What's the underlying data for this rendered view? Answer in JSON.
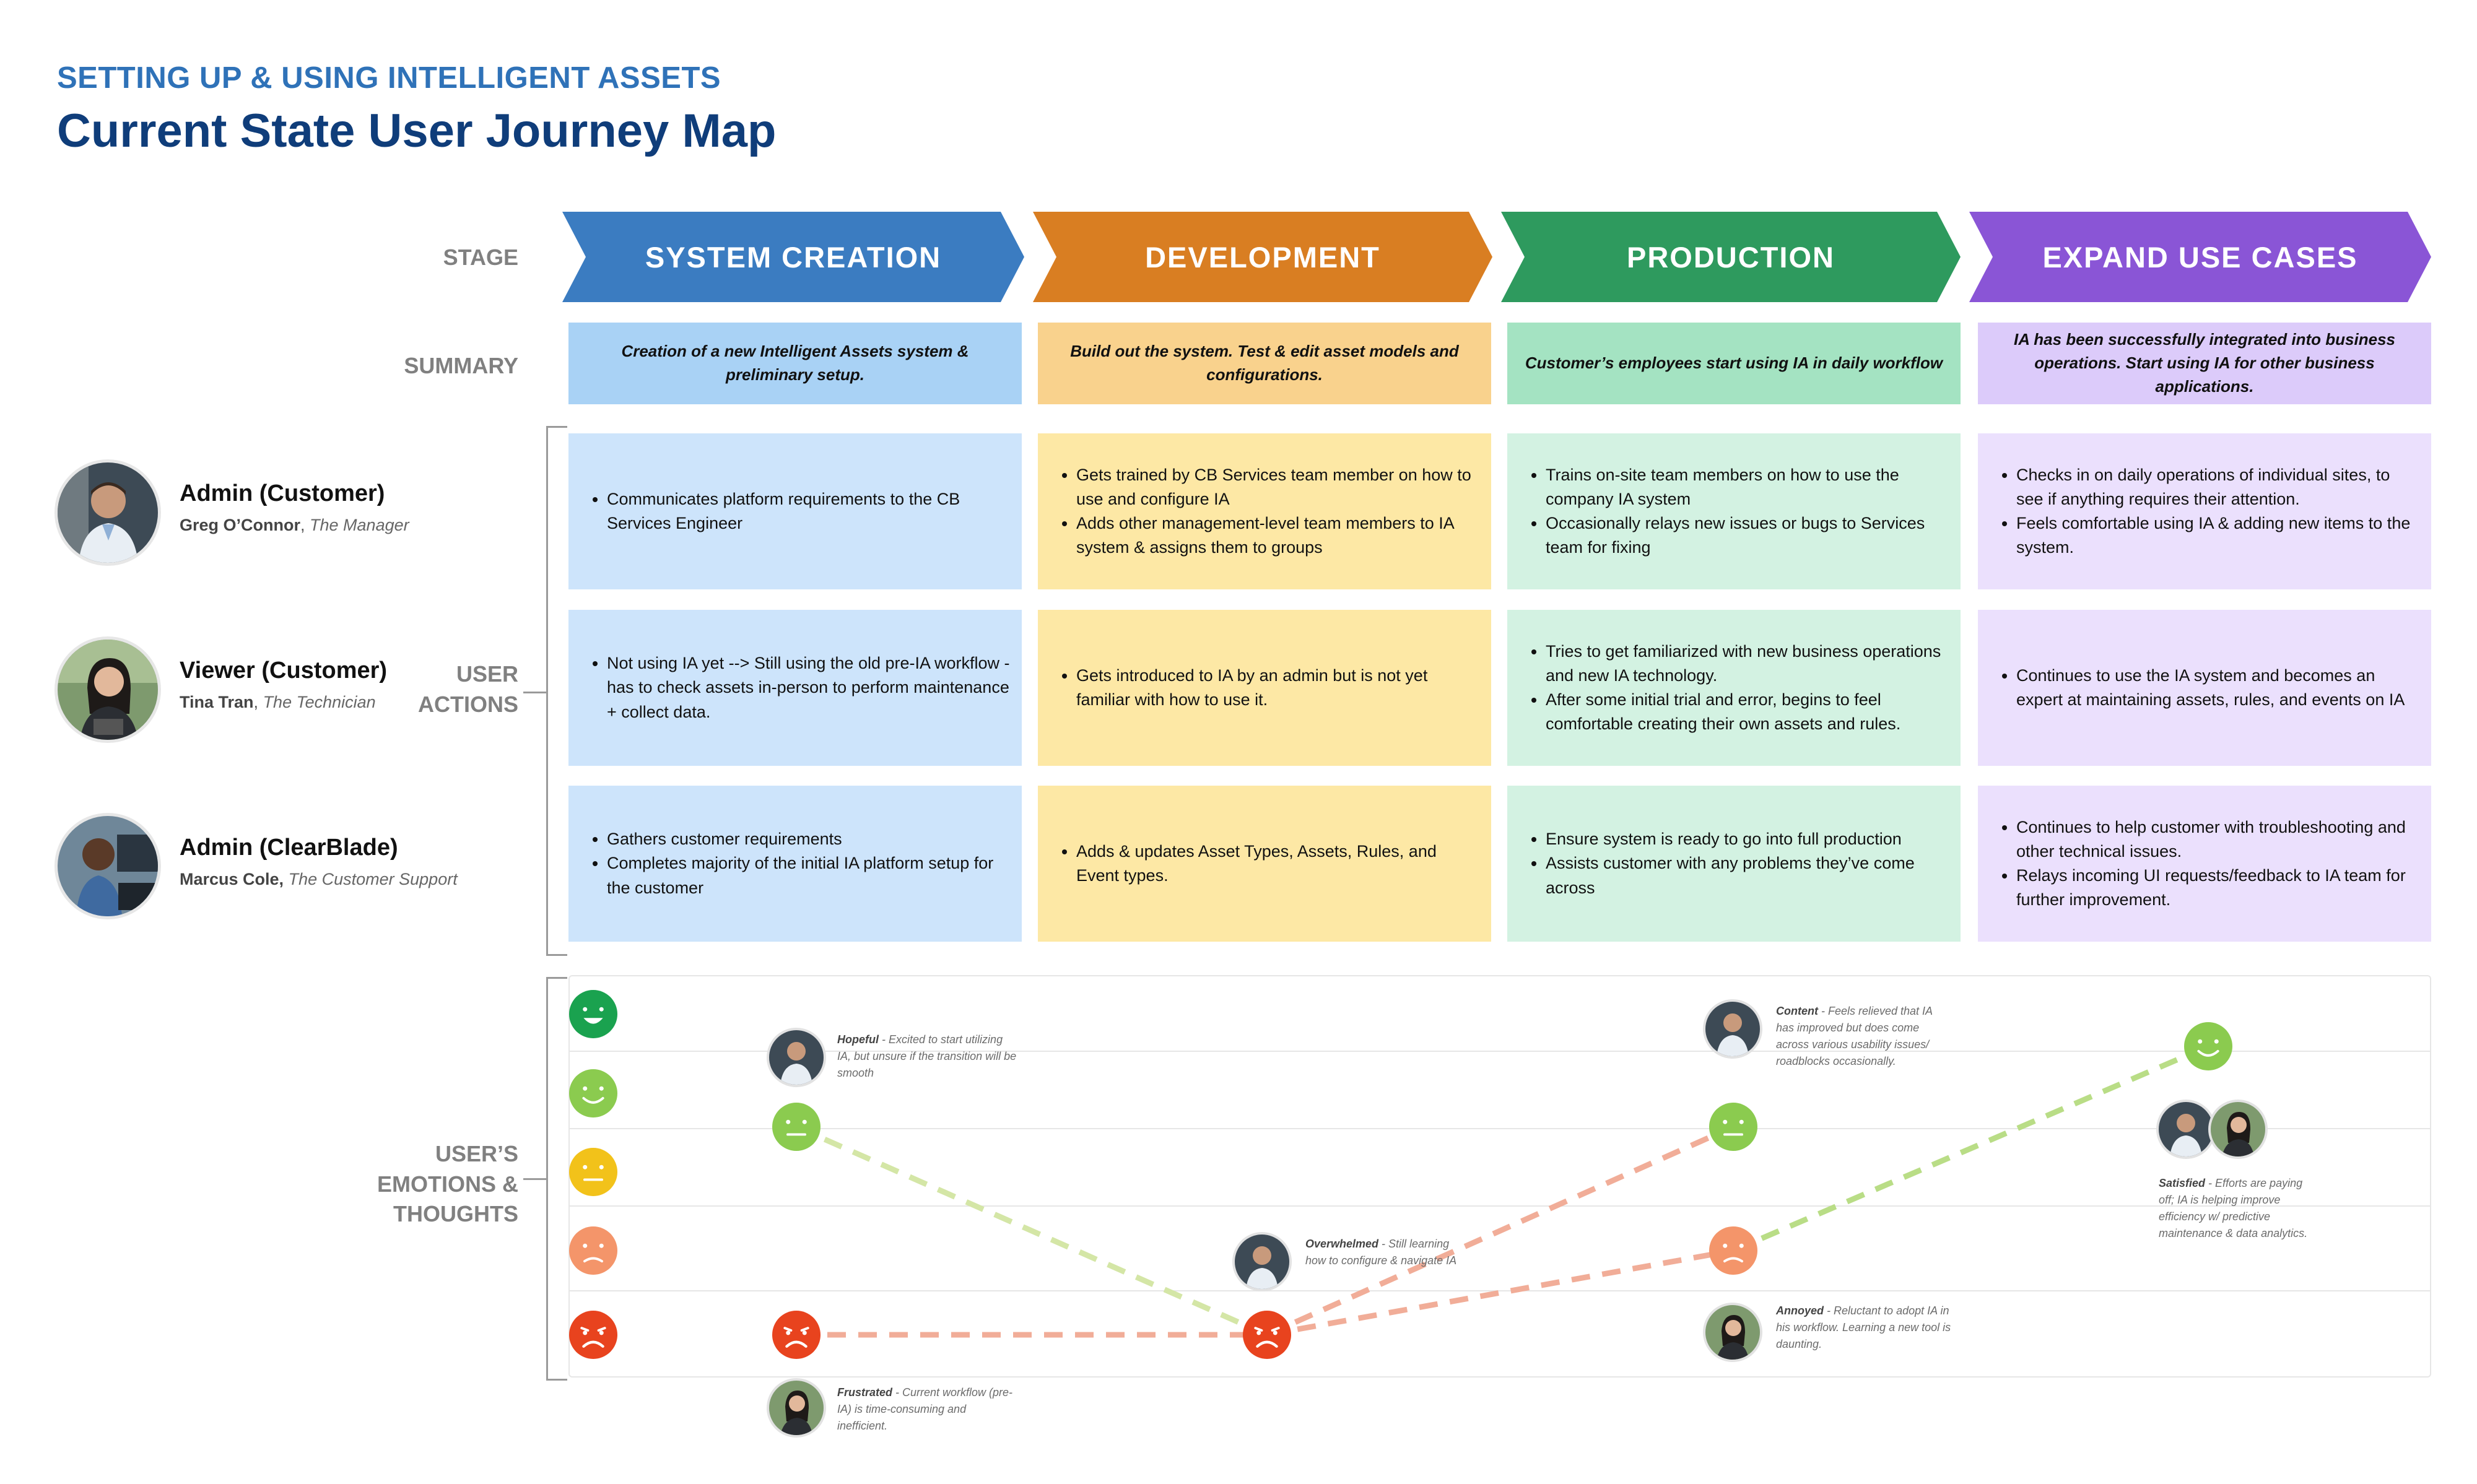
{
  "header": {
    "kicker": "SETTING UP & USING INTELLIGENT ASSETS",
    "title": "Current State User Journey Map"
  },
  "row_labels": {
    "stage": "STAGE",
    "summary": "SUMMARY",
    "user_actions_1": "USER",
    "user_actions_2": "ACTIONS",
    "emotions_1": "USER’S",
    "emotions_2": "EMOTIONS &",
    "emotions_3": "THOUGHTS"
  },
  "stages": [
    {
      "label": "SYSTEM CREATION",
      "color": "#3b7cc1",
      "summary_bg": "#a9d2f5",
      "summary": "Creation of a new Intelligent Assets system & preliminary setup.",
      "cell_bg": "#cde4fb"
    },
    {
      "label": "DEVELOPMENT",
      "color": "#d97e22",
      "summary_bg": "#f9d28d",
      "summary": "Build out the system. Test & edit asset models and configurations.",
      "cell_bg": "#fde8a5"
    },
    {
      "label": "PRODUCTION",
      "color": "#2e9a5e",
      "summary_bg": "#a4e3c2",
      "summary": "Customer’s employees start using IA in daily workflow",
      "cell_bg": "#d3f2e2"
    },
    {
      "label": "EXPAND USE CASES",
      "color": "#8a55d6",
      "summary_bg": "#dccbfa",
      "summary": "IA has been successfully integrated into business operations. Start using IA for other business applications.",
      "cell_bg": "#ebe0fd"
    }
  ],
  "personas": [
    {
      "role": "Admin (Customer)",
      "name": "Greg O’Connor",
      "title": "The Manager",
      "avatar": "person-avatar-greg"
    },
    {
      "role": "Viewer (Customer)",
      "name": "Tina Tran",
      "title": "The Technician",
      "avatar": "person-avatar-tina"
    },
    {
      "role": "Admin (ClearBlade)",
      "name": "Marcus Cole,",
      "title": "The Customer Support",
      "avatar": "person-avatar-marcus"
    }
  ],
  "actions": [
    [
      [
        "Communicates platform requirements to the CB Services Engineer"
      ],
      [
        "Gets trained by CB Services team member on how to use and configure IA",
        "Adds other management-level team members to IA system & assigns them to groups"
      ],
      [
        "Trains on-site team members on how to use the company IA system",
        "Occasionally relays new issues or bugs to Services team for fixing"
      ],
      [
        "Checks in on daily operations of individual sites, to see if anything requires their attention.",
        "Feels comfortable using IA & adding new items to the system."
      ]
    ],
    [
      [
        "Not using IA yet --> Still using the old pre-IA workflow - has to check assets in-person to perform maintenance + collect data."
      ],
      [
        "Gets introduced to IA by an admin but is not yet familiar with how to use it."
      ],
      [
        "Tries to get familiarized with new business operations and new IA technology.",
        "After some initial trial and error, begins to feel comfortable creating their own assets and rules."
      ],
      [
        "Continues to use the IA system and becomes an expert at maintaining assets, rules, and events on IA"
      ]
    ],
    [
      [
        "Gathers customer requirements",
        "Completes majority of the initial IA platform setup for the customer"
      ],
      [
        "Adds & updates Asset Types, Assets, Rules, and Event types."
      ],
      [
        "Ensure system is ready to go into full production",
        "Assists customer with any problems they’ve come across"
      ],
      [
        "Continues to help customer with troubleshooting and other technical issues.",
        "Relays incoming UI requests/feedback to IA team for further improvement."
      ]
    ]
  ],
  "emotion_scale": [
    {
      "level": "very-happy",
      "color": "#1aa24f"
    },
    {
      "level": "happy",
      "color": "#8bcb4f"
    },
    {
      "level": "neutral",
      "color": "#f2c21a"
    },
    {
      "level": "unhappy",
      "color": "#f4956a"
    },
    {
      "level": "very-unhappy",
      "color": "#e8431e"
    }
  ],
  "emotion_notes": {
    "hopeful": {
      "label": "Hopeful",
      "text": " - Excited to start utilizing IA, but unsure if the transition will be smooth"
    },
    "frustrated": {
      "label": "Frustrated",
      "text": " - Current workflow (pre-IA) is time-consuming and inefficient."
    },
    "overwhelmed": {
      "label": "Overwhelmed",
      "text": " - Still learning how to configure & navigate IA"
    },
    "content": {
      "label": "Content",
      "text": " - Feels relieved that IA has improved but does come across various usability issues/ roadblocks occasionally."
    },
    "annoyed": {
      "label": "Annoyed",
      "text": " - Reluctant to adopt IA in his workflow. Learning a new tool is daunting."
    },
    "satisfied": {
      "label": "Satisfied",
      "text": " - Efforts are paying off; IA is helping improve efficiency w/ predictive maintenance & data analytics."
    }
  }
}
